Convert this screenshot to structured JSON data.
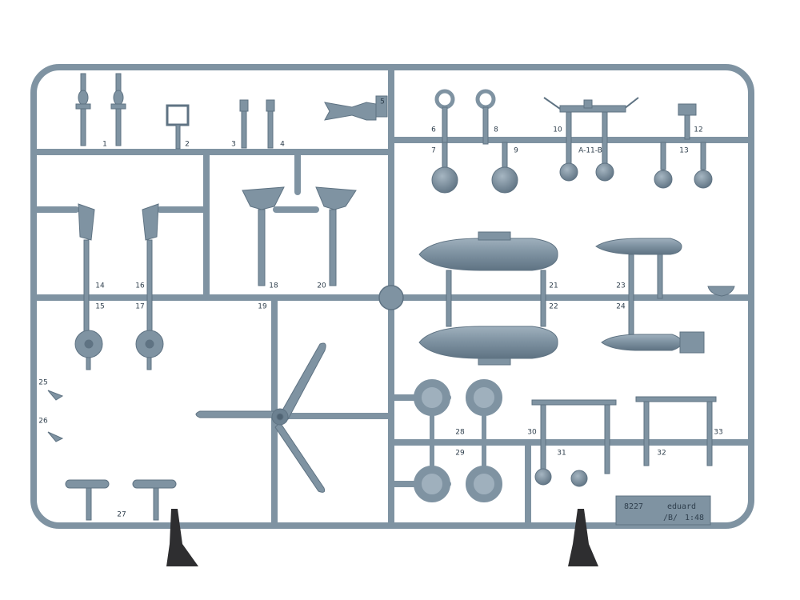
{
  "photo": {
    "subject": "plastic model kit sprue frame",
    "colors": {
      "background": "#ffffff",
      "plastic": "#7f93a2",
      "plastic_dark": "#5f7383",
      "plastic_light": "#9fb0bd",
      "stand": "#2e2e30"
    }
  },
  "sprue": {
    "part_numbers": [
      "1",
      "2",
      "3",
      "4",
      "5",
      "6",
      "7",
      "8",
      "9",
      "10",
      "11",
      "12",
      "13",
      "14",
      "15",
      "16",
      "17",
      "18",
      "19",
      "20",
      "21",
      "22",
      "23",
      "24",
      "25",
      "26",
      "27",
      "28",
      "29",
      "30",
      "31",
      "32",
      "33"
    ],
    "part_labels": {
      "p1": "1",
      "p2": "2",
      "p3": "3",
      "p4": "4",
      "p5": "5",
      "p6": "6",
      "p7": "7",
      "p8": "8",
      "p9": "9",
      "p10": "10",
      "p11": "A-11-B",
      "p12": "12",
      "p13": "13",
      "p14": "14",
      "p15": "15",
      "p16": "16",
      "p17": "17",
      "p18": "18",
      "p19": "19",
      "p20": "20",
      "p21": "21",
      "p22": "22",
      "p23": "23",
      "p24": "24",
      "p25": "25",
      "p26": "26",
      "p27": "27",
      "p28": "28",
      "p29": "29",
      "p30": "30",
      "p31": "31",
      "p32": "32",
      "p33": "33"
    },
    "brand_tag": {
      "line1": "8227",
      "brand": "eduard",
      "line2": "/B/",
      "scale": "1:48"
    }
  }
}
